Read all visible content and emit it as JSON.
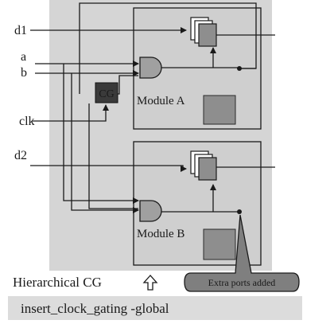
{
  "labels": {
    "d1": "d1",
    "a": "a",
    "b": "b",
    "clk": "clk",
    "d2": "d2",
    "cg": "CG",
    "module_a": "Module A",
    "module_b": "Module B",
    "hierarchical_cg": "Hierarchical CG",
    "callout": "Extra ports added",
    "command": "insert_clock_gating -global"
  },
  "colors": {
    "panel": "#d5d5d5",
    "module_fill": "#cfcfcf",
    "cg_block": "#3a3a3a",
    "gray_box": "#8e8e8e",
    "callout_fill": "#7f7f7f",
    "command_bar": "#dcdcdc",
    "line": "#1a1a1a"
  },
  "icons": {
    "arrow": "up-arrow-outline-icon"
  }
}
